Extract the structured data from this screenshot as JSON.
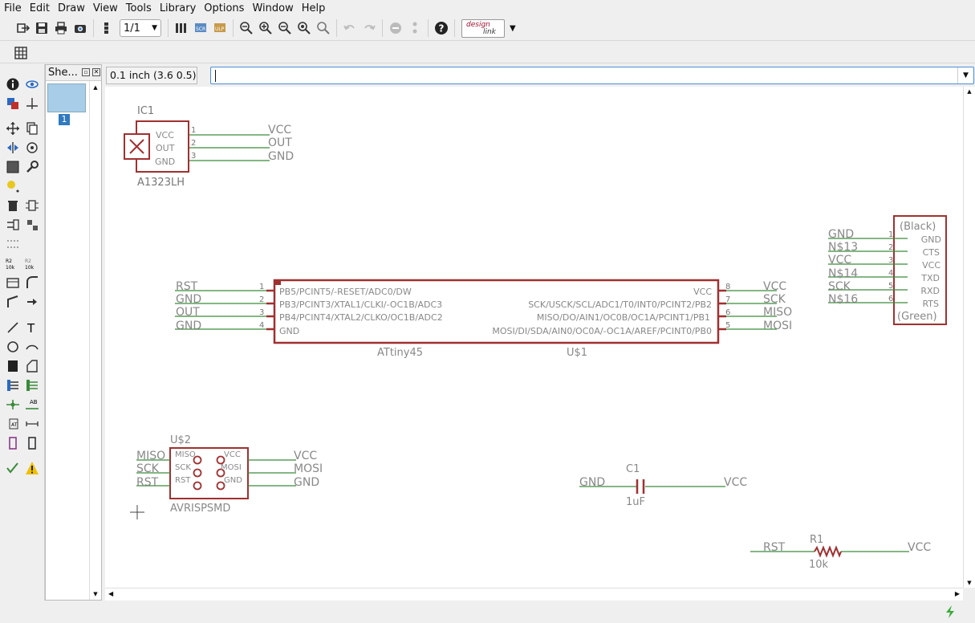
{
  "menu": [
    "File",
    "Edit",
    "Draw",
    "View",
    "Tools",
    "Library",
    "Options",
    "Window",
    "Help"
  ],
  "toolbar": {
    "sheet_value": "1/1",
    "logo_line1": "design",
    "logo_line2": "link"
  },
  "sheets_panel": {
    "title": "She...",
    "sheet_number": "1"
  },
  "grid_label": "0.1 inch (3.6 0.5)",
  "command_value": "",
  "schematic": {
    "ic1": {
      "name": "IC1",
      "value": "A1323LH",
      "pins": [
        "VCC",
        "OUT",
        "GND"
      ],
      "pin_numbers": [
        "1",
        "2",
        "3"
      ],
      "nets": [
        "VCC",
        "OUT",
        "GND"
      ]
    },
    "attiny": {
      "name": "U$1",
      "value": "ATtiny45",
      "left_pins": [
        "PB5/PCINT5/-RESET/ADC0/DW",
        "PB3/PCINT3/XTAL1/CLKI/-OC1B/ADC3",
        "PB4/PCINT4/XTAL2/CLKO/OC1B/ADC2",
        "GND"
      ],
      "left_numbers": [
        "1",
        "2",
        "3",
        "4"
      ],
      "left_nets": [
        "RST",
        "GND",
        "OUT",
        "GND"
      ],
      "right_pins": [
        "VCC",
        "SCK/USCK/SCL/ADC1/T0/INT0/PCINT2/PB2",
        "MISO/DO/AIN1/OC0B/OC1A/PCINT1/PB1",
        "MOSI/DI/SDA/AIN0/OC0A/-OC1A/AREF/PCINT0/PB0"
      ],
      "right_numbers": [
        "8",
        "7",
        "6",
        "5"
      ],
      "right_nets": [
        "VCC",
        "SCK",
        "MISO",
        "MOSI"
      ]
    },
    "ftdi": {
      "top_label": "(Black)",
      "bottom_label": "(Green)",
      "pins": [
        "GND",
        "CTS",
        "VCC",
        "TXD",
        "RXD",
        "RTS"
      ],
      "numbers": [
        "1",
        "2",
        "3",
        "4",
        "5",
        "6"
      ],
      "nets": [
        "GND",
        "N$13",
        "VCC",
        "N$14",
        "SCK",
        "N$16"
      ]
    },
    "isp": {
      "name": "U$2",
      "value": "AVRISPSMD",
      "left_pins": [
        "MISO",
        "SCK",
        "RST"
      ],
      "right_pins": [
        "VCC",
        "MOSI",
        "GND"
      ],
      "left_nets": [
        "MISO",
        "SCK",
        "RST"
      ],
      "right_nets": [
        "VCC",
        "MOSI",
        "GND"
      ]
    },
    "c1": {
      "name": "C1",
      "value": "1uF",
      "net_left": "GND",
      "net_right": "VCC"
    },
    "r1": {
      "name": "R1",
      "value": "10k",
      "net_left": "RST",
      "net_right": "VCC"
    }
  },
  "colors": {
    "wire": "#3a8a3a",
    "symbol": "#a03030",
    "text": "#707070",
    "selection": "#4a8fd6"
  }
}
